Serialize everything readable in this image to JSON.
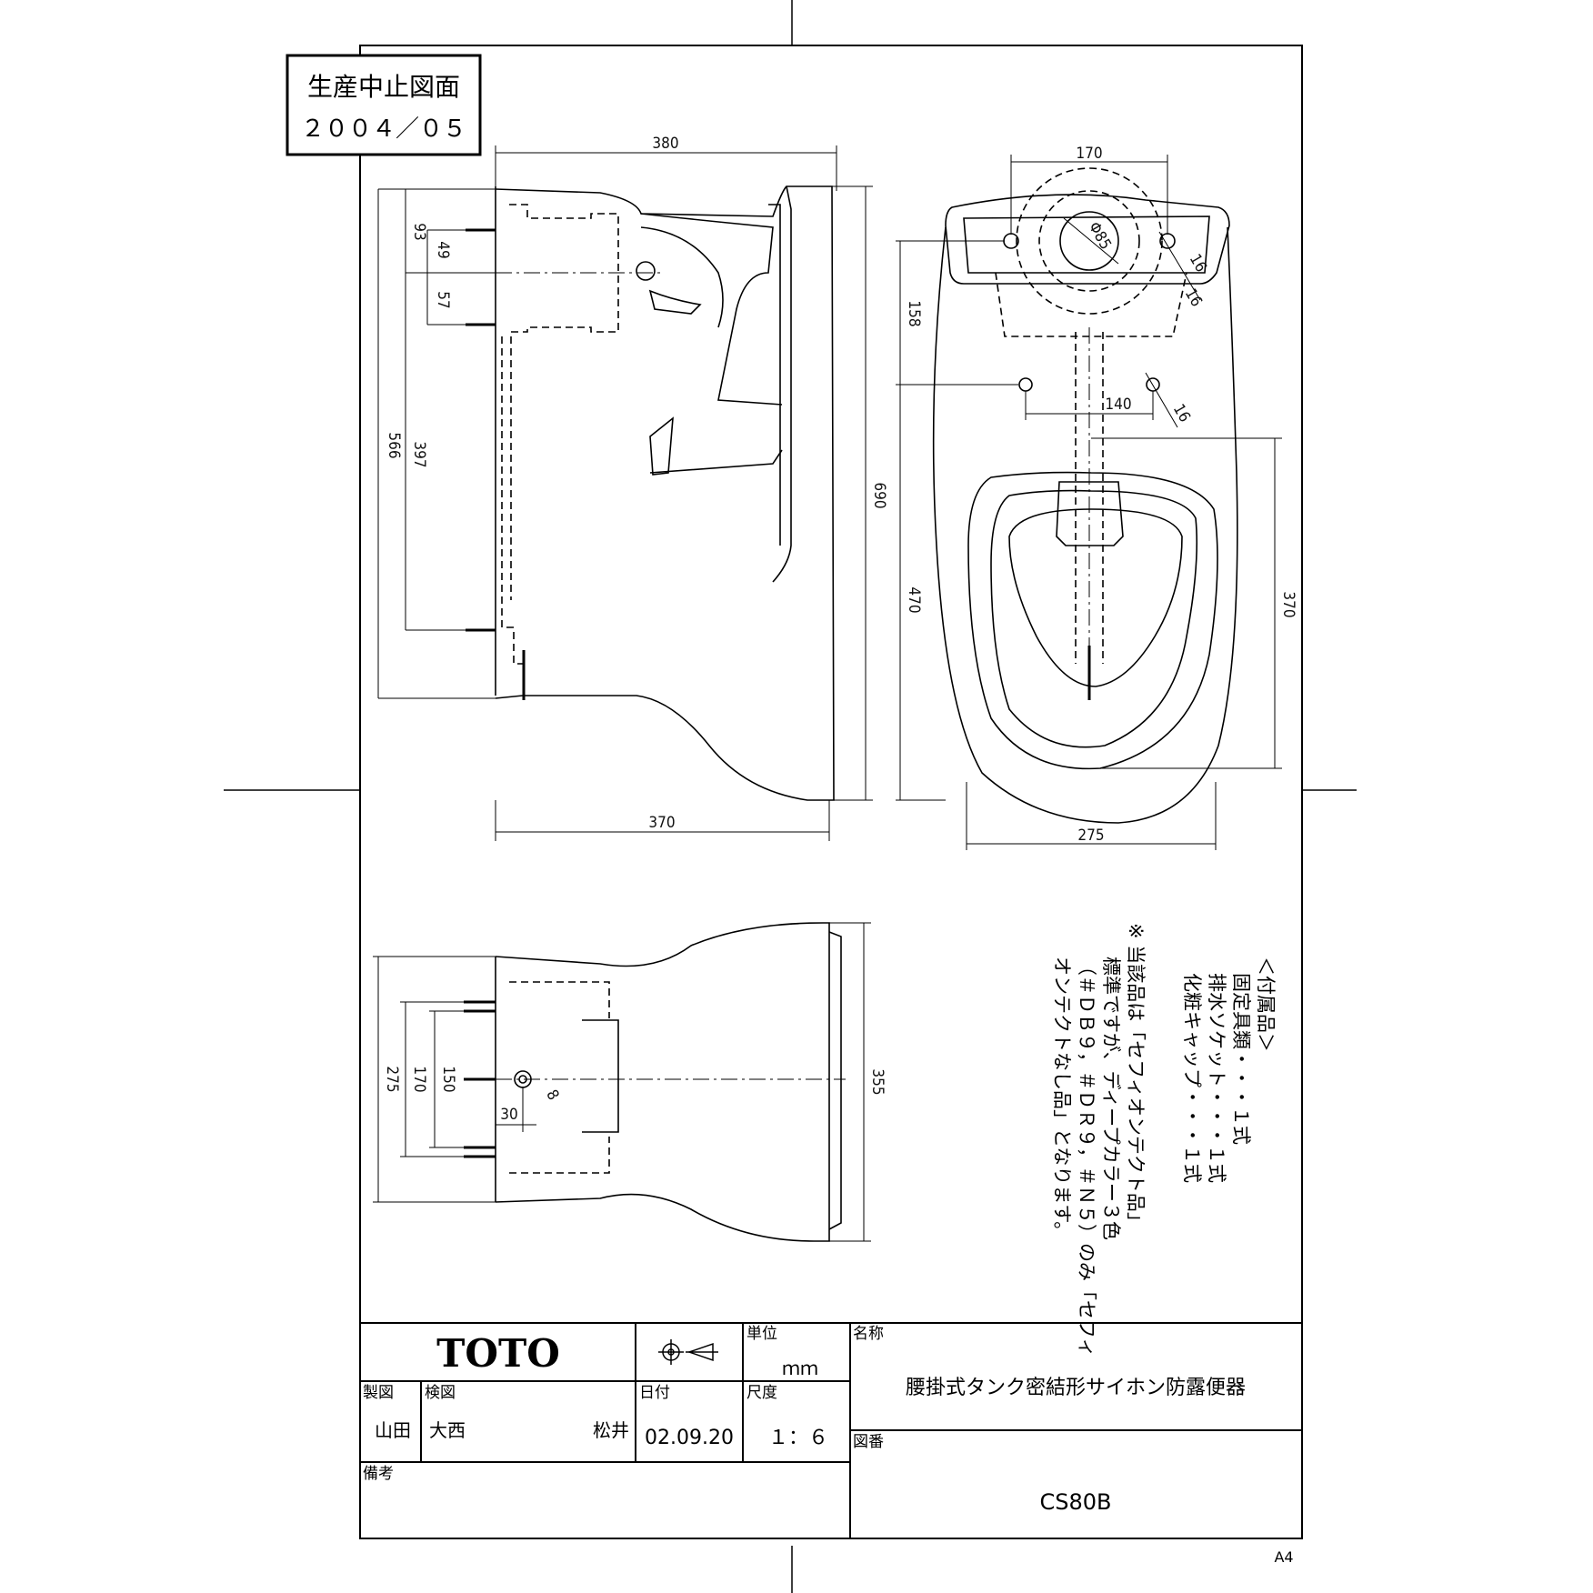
{
  "stamp": {
    "line1": "生産中止図面",
    "line2": "２００４／０５"
  },
  "dimensions": {
    "side_top_width": "380",
    "side_bottom_width": "370",
    "side_height": "690",
    "side_566": "566",
    "side_397": "397",
    "side_93": "93",
    "side_49": "49",
    "side_57": "57",
    "plan_170": "170",
    "plan_dia": "Φ85",
    "plan_16a": "16",
    "plan_16b": "16",
    "plan_16c": "16",
    "plan_140": "140",
    "plan_158": "158",
    "plan_470": "470",
    "plan_370": "370",
    "plan_275": "275",
    "rear_275": "275",
    "rear_170": "170",
    "rear_150": "150",
    "rear_30": "30",
    "rear_8": "8",
    "rear_355": "355"
  },
  "notes": {
    "accessories_title": "＜付属品＞",
    "item1": "固定具類・・・１式",
    "item2": "排水ソケット・・・１式",
    "item3": "化粧キャップ・・・１式",
    "remark1": "※ 当該品は「セフィオンテクト品」",
    "remark2": "標準ですが、ディープカラー３色",
    "remark3": "（＃ＤＢ９，＃ＤＲ９，＃Ｎ５）のみ「セフィ",
    "remark4": "オンテクトなし品」となります。"
  },
  "title_block": {
    "logo": "TOTO",
    "unit_label": "単位",
    "unit_value": "ｍｍ",
    "name_label": "名称",
    "name_value": "腰掛式タンク密結形サイホン防露便器",
    "drawn_label": "製図",
    "drawn_value": "山田",
    "checked_label": "検図",
    "checked_value": "大西",
    "approved_value": "松井",
    "date_label": "日付",
    "date_value": "02.09.20",
    "scale_label": "尺度",
    "scale_value": "１：６",
    "number_label": "図番",
    "number_value": "CS80B",
    "remarks_label": "備考"
  },
  "paper_size": "A4"
}
